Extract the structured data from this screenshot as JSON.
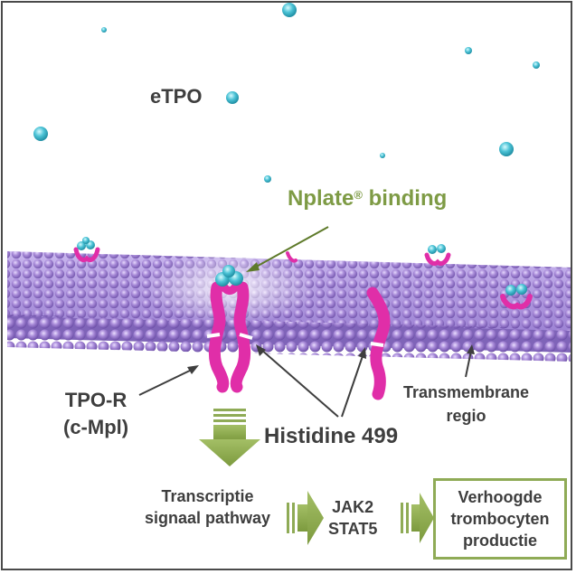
{
  "labels": {
    "etpo": "eTPO",
    "nplate_name": "Nplate",
    "nplate_mark": "®",
    "nplate_rest": " binding",
    "tpor_line1": "TPO-R",
    "tpor_line2": "(c-Mpl)",
    "histidine": "Histidine 499",
    "transmembrane_line1": "Transmembrane",
    "transmembrane_line2": "regio"
  },
  "pathway": {
    "step1_line1": "Transcriptie",
    "step1_line2": "signaal pathway",
    "step2_line1": "JAK2",
    "step2_line2": "STAT5",
    "result_line1": "Verhoogde",
    "result_line2": "trombocyten",
    "result_line3": "productie"
  },
  "colors": {
    "membrane": "#9b7fd0",
    "receptor": "#e02ea8",
    "ligand": "#3fb9cc",
    "accent_green": "#8fab56",
    "text": "#3e3e3e"
  }
}
